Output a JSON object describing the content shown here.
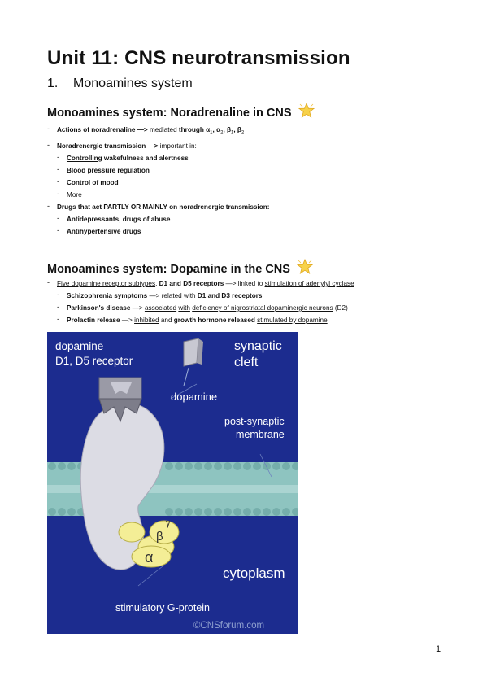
{
  "title": "Unit 11: CNS neurotransmission",
  "section": {
    "number": "1.",
    "label": "Monoamines system"
  },
  "sections": [
    {
      "heading": "Monoamines system: Noradrenaline in CNS",
      "items": [
        {
          "level": 1,
          "parts": [
            {
              "t": "Actions  of noradrenaline —> ",
              "b": true
            },
            {
              "t": "mediated",
              "u": true
            },
            {
              "t": " through α",
              "b": true
            },
            {
              "t": "1",
              "sub": true
            },
            {
              "t": ", α",
              "b": true
            },
            {
              "t": "2",
              "sub": true
            },
            {
              "t": ", β",
              "b": true
            },
            {
              "t": "1",
              "sub": true
            },
            {
              "t": ", β",
              "b": true
            },
            {
              "t": "2",
              "sub": true
            }
          ]
        },
        {
          "level": 1,
          "parts": [
            {
              "t": "Noradrenergic transmission —> ",
              "b": true
            },
            {
              "t": "important in:"
            }
          ]
        },
        {
          "level": 2,
          "parts": [
            {
              "t": "Controlling",
              "u": true,
              "b": true
            },
            {
              "t": " wakefulness and alertness",
              "b": true
            }
          ]
        },
        {
          "level": 2,
          "parts": [
            {
              "t": "Blood pressure regulation",
              "b": true
            }
          ]
        },
        {
          "level": 2,
          "parts": [
            {
              "t": "Control of mood",
              "b": true
            }
          ]
        },
        {
          "level": 2,
          "parts": [
            {
              "t": "More"
            }
          ]
        },
        {
          "level": 1,
          "parts": [
            {
              "t": "Drugs that act PARTLY OR MAINLY on noradrenergic transmission:",
              "b": true
            }
          ]
        },
        {
          "level": 2,
          "parts": [
            {
              "t": "Antidepressants, drugs of abuse",
              "b": true
            }
          ]
        },
        {
          "level": 2,
          "parts": [
            {
              "t": "Antihypertensive drugs",
              "b": true
            }
          ]
        }
      ]
    },
    {
      "heading": "Monoamines system: Dopamine in the CNS",
      "items": [
        {
          "level": 1,
          "parts": [
            {
              "t": "Five dopamine receptor subtypes",
              "u": true
            },
            {
              "t": ". "
            },
            {
              "t": "D1 and D5 receptors",
              "b": true
            },
            {
              "t": " —> linked to "
            },
            {
              "t": "stimulation of adenylyl cyclase",
              "u": true
            }
          ]
        },
        {
          "level": 2,
          "parts": [
            {
              "t": "Schizophrenia symptoms",
              "b": true
            },
            {
              "t": "  —> related with "
            },
            {
              "t": "D1 and D3 receptors",
              "b": true
            }
          ]
        },
        {
          "level": 2,
          "parts": [
            {
              "t": "Parkinson's disease",
              "b": true
            },
            {
              "t": " —> "
            },
            {
              "t": "associated",
              "u": true
            },
            {
              "t": " "
            },
            {
              "t": "with",
              "u": true
            },
            {
              "t": " "
            },
            {
              "t": "deficiency of nigrostriatal dopaminergic neurons",
              "u": true
            },
            {
              "t": " (D2)"
            }
          ]
        },
        {
          "level": 2,
          "parts": [
            {
              "t": "Prolactin release",
              "b": true
            },
            {
              "t": " —> "
            },
            {
              "t": "inhibited",
              "u": true
            },
            {
              "t": " and "
            },
            {
              "t": "growth hormone released",
              "b": true
            },
            {
              "t": " "
            },
            {
              "t": "stimulated by dopamine",
              "u": true
            }
          ]
        }
      ]
    }
  ],
  "figure": {
    "labels": {
      "receptor_line1": "dopamine",
      "receptor_line2": "D1, D5 receptor",
      "cleft_line1": "synaptic",
      "cleft_line2": "cleft",
      "dopamine": "dopamine",
      "membrane_line1": "post-synaptic",
      "membrane_line2": "membrane",
      "cytoplasm": "cytoplasm",
      "gprotein": "stimulatory G-protein",
      "alpha": "α",
      "beta": "β",
      "gamma": "γ",
      "credit": "©CNSforum.com"
    },
    "colors": {
      "background": "#1c2c8f",
      "membrane": "#8ec4c0",
      "receptor": "#dcdce4",
      "gprotein": "#f4ee96"
    }
  },
  "page_number": "1"
}
